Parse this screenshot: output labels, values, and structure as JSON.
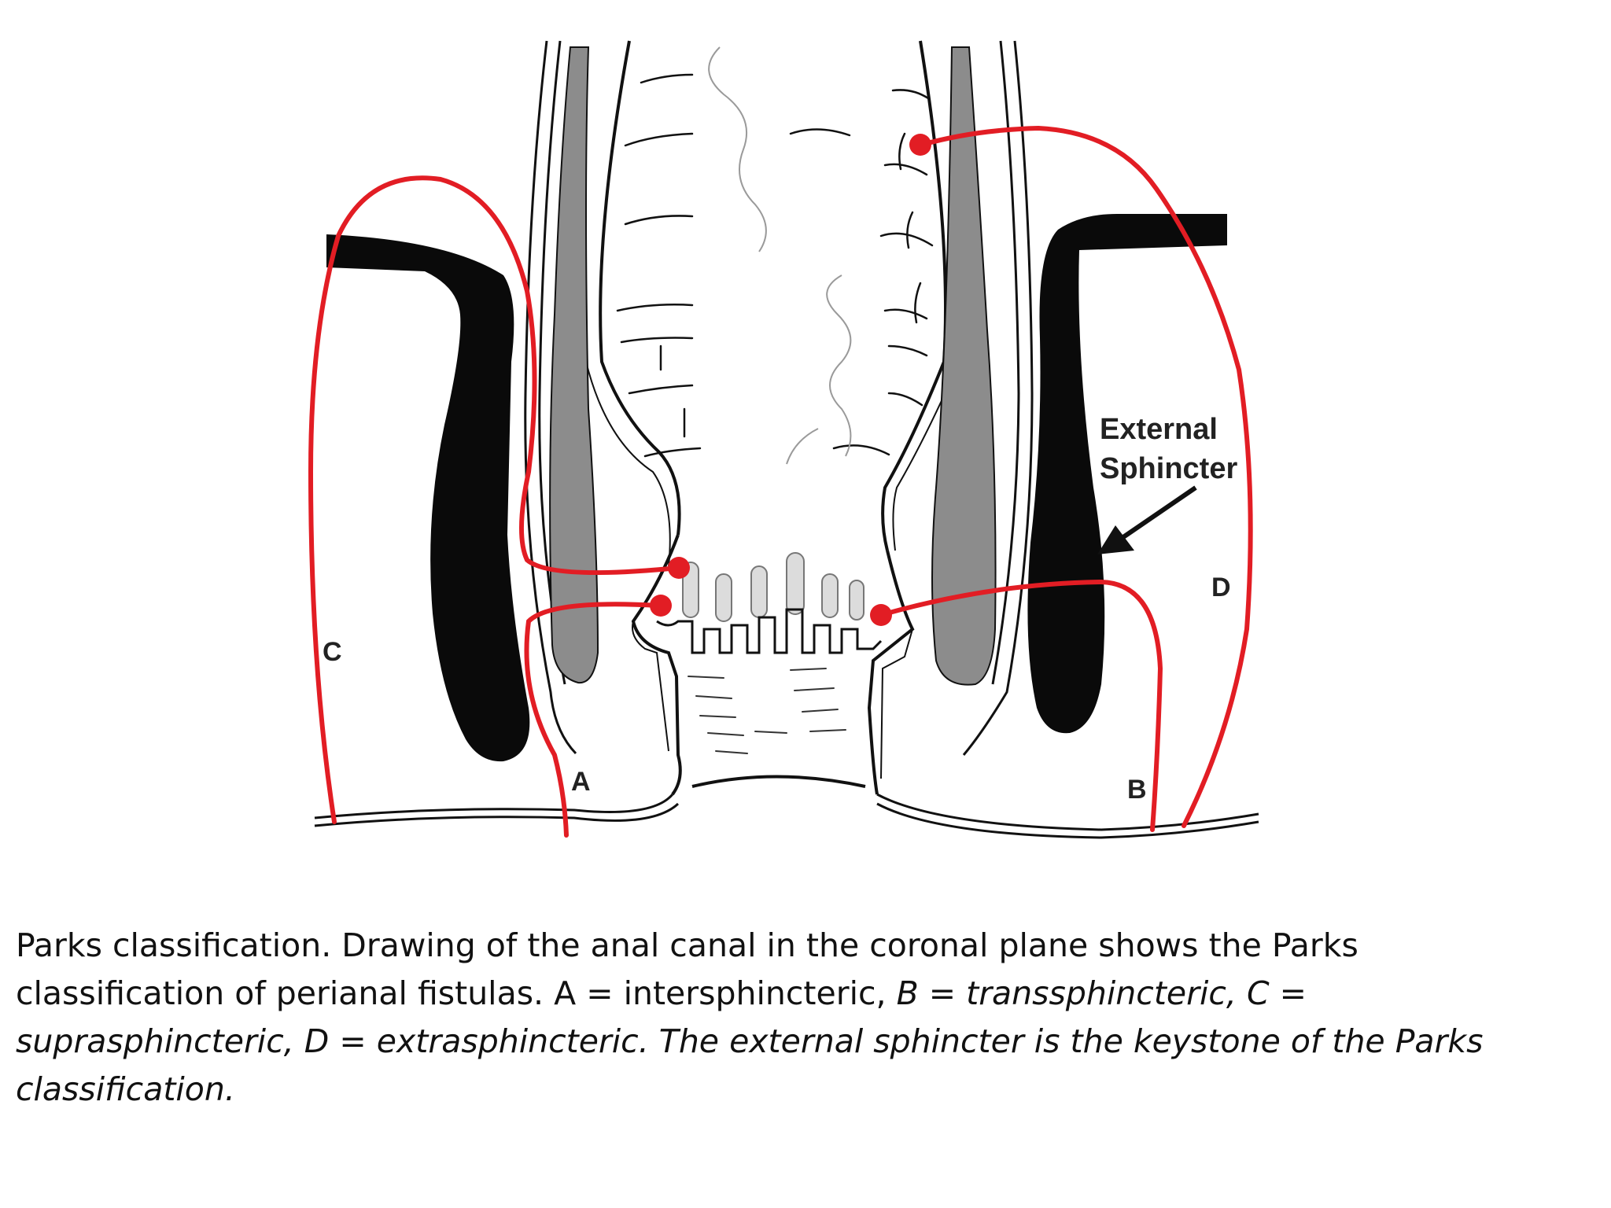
{
  "diagram": {
    "labels": {
      "external_line1": "External",
      "external_line2": "Sphincter",
      "a": "A",
      "b": "B",
      "c": "C",
      "d": "D"
    },
    "colors": {
      "fistula_tract": "#e21d24",
      "external_sphincter": "#0a0a0a",
      "internal_sphincter": "#8c8c8c",
      "outline": "#111111"
    }
  },
  "caption": {
    "regular": "Parks classification. Drawing of the anal canal in the coronal plane shows the Parks classification of perianal fistulas. A = intersphincteric, ",
    "italic": "B = transsphincteric, C = suprasphincteric, D = extrasphincteric. The external sphincter is the keystone of the Parks classification."
  }
}
